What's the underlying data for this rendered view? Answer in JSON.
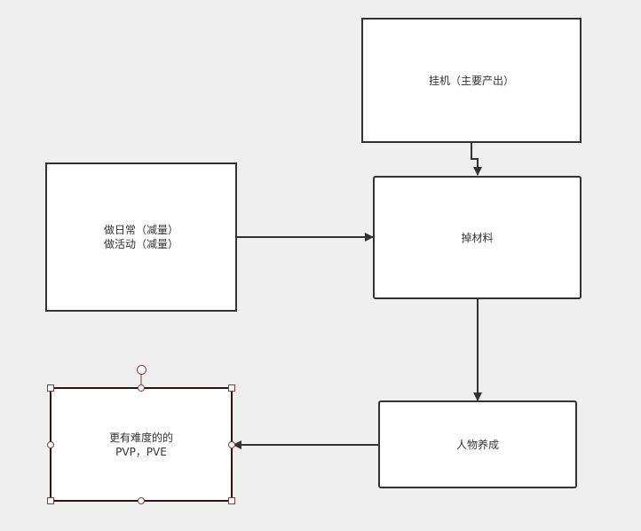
{
  "diagram": {
    "nodes": {
      "idle": {
        "label": "挂机（主要产出）"
      },
      "drop": {
        "label": "掉材料"
      },
      "daily": {
        "label": "做日常（减量）\n做活动（减量）"
      },
      "growth": {
        "label": "人物养成"
      },
      "content": {
        "label": "更有难度的的\nPVP，PVE"
      }
    },
    "edges": [
      {
        "from": "idle",
        "to": "drop"
      },
      {
        "from": "daily",
        "to": "drop"
      },
      {
        "from": "drop",
        "to": "growth"
      },
      {
        "from": "growth",
        "to": "content"
      }
    ],
    "selected_node": "content",
    "colors": {
      "background": "#efefef",
      "stroke": "#333333",
      "selection": "#8b3a3a"
    }
  }
}
